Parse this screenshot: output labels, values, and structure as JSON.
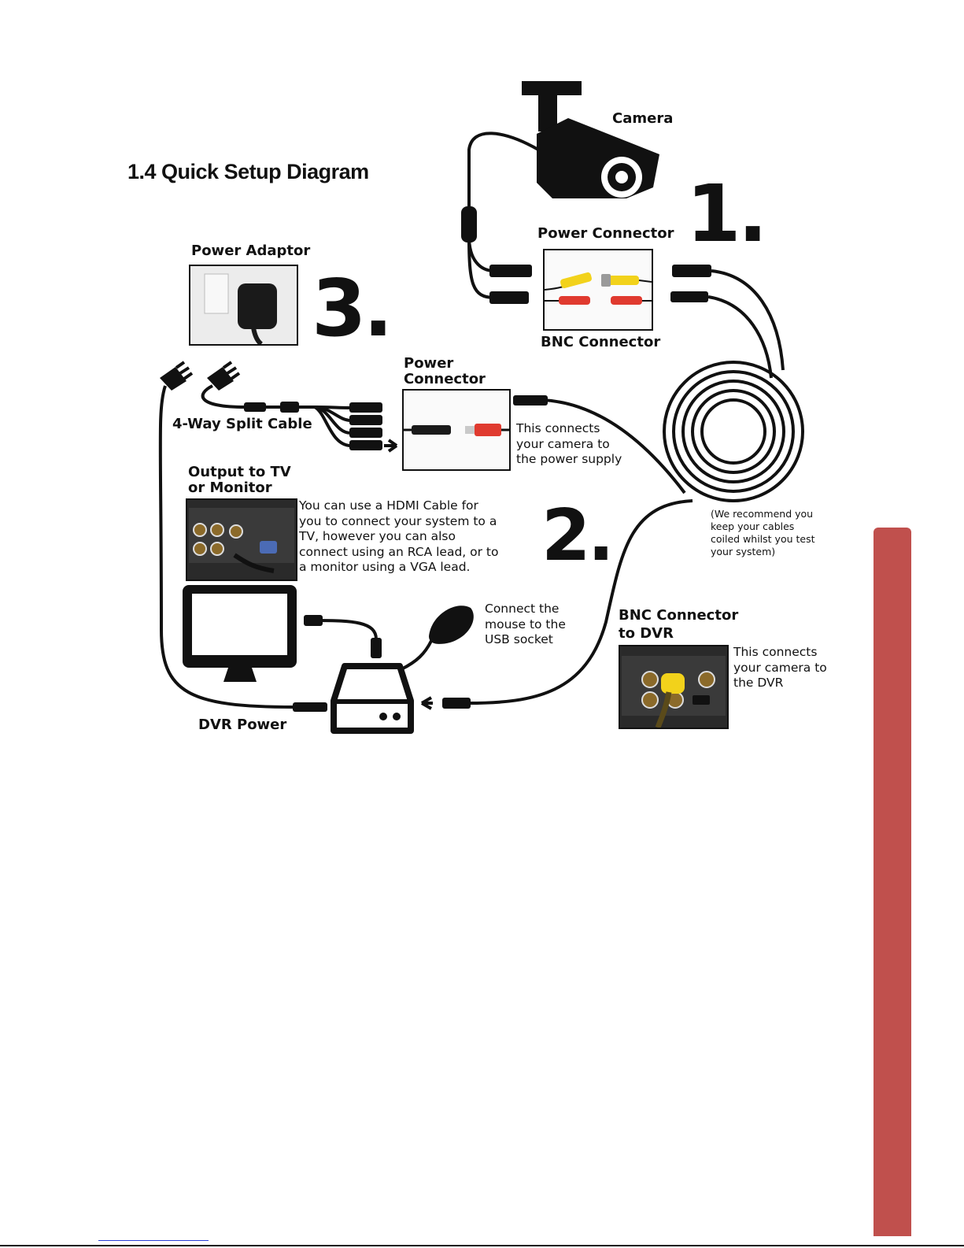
{
  "heading": "1.4 Quick Setup Diagram",
  "labels": {
    "camera": "Camera",
    "power_connector_top": "Power Connector",
    "bnc_connector_top": "BNC Connector",
    "power_adaptor": "Power Adaptor",
    "power_connector_mid_line1": "Power",
    "power_connector_mid_line2": "Connector",
    "split_cable": "4-Way Split Cable",
    "output_line1": "Output to TV",
    "output_line2": "or Monitor",
    "bnc_dvr_line1": "BNC Connector",
    "bnc_dvr_line2": "to DVR",
    "dvr_power": "DVR Power"
  },
  "steps": {
    "one": "1.",
    "two": "2.",
    "three": "3."
  },
  "notes": {
    "power_supply": [
      "This connects",
      "your camera to",
      "the power supply"
    ],
    "hdmi": [
      "You can use a HDMI Cable for",
      "you to connect your system to a",
      "TV, however you can also",
      "connect using an RCA lead, or to",
      "a monitor using a VGA lead."
    ],
    "mouse": [
      "Connect the",
      "mouse to the",
      "USB socket"
    ],
    "coil": [
      "(We recommend you",
      "keep your cables",
      "coiled whilst you test",
      "your system)"
    ],
    "dvr": [
      "This connects",
      "your camera to",
      "the DVR"
    ]
  },
  "colors": {
    "accent_tab": "#c0504d",
    "ink": "#111111",
    "connector_yellow": "#f2d21b",
    "connector_red": "#e03a2f"
  }
}
